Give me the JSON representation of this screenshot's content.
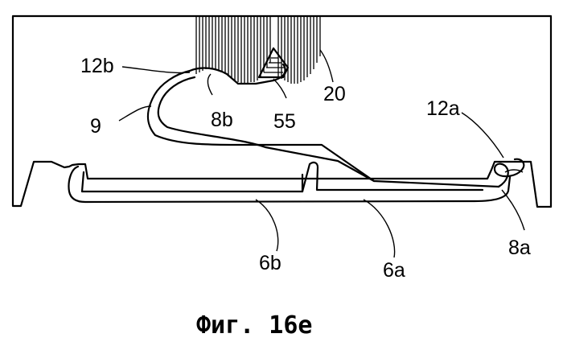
{
  "labels": {
    "l12b": "12b",
    "l9": "9",
    "l8b": "8b",
    "l55": "55",
    "l20": "20",
    "l12a": "12a",
    "l8a": "8a",
    "l6b": "6b",
    "l6a": "6a"
  },
  "caption": "Фиг. 16e"
}
